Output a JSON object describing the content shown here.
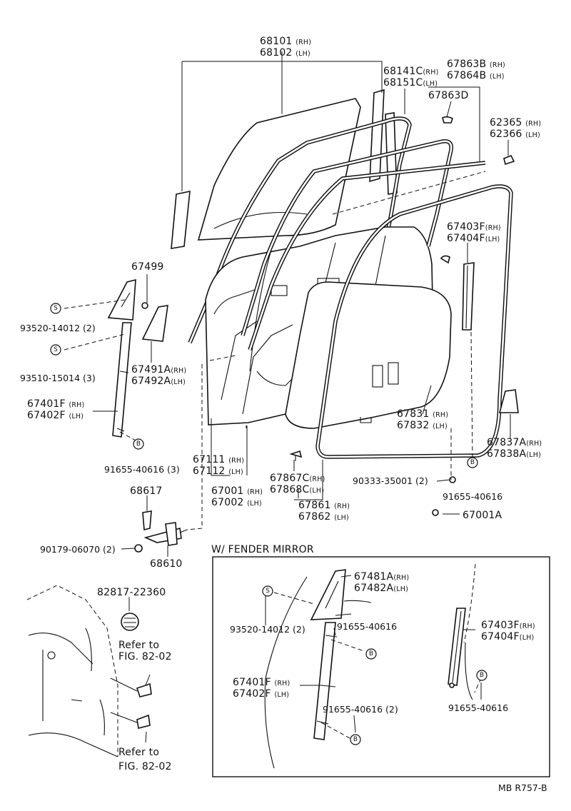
{
  "parts": {
    "p68101": {
      "code": "68101",
      "suf": "(RH)"
    },
    "p68102": {
      "code": "68102",
      "suf": "(LH)"
    },
    "p68141C": {
      "code": "68141C",
      "suf": "(RH)"
    },
    "p68151C": {
      "code": "68151C",
      "suf": "(LH)"
    },
    "p67863B": {
      "code": "67863B",
      "suf": "(RH)"
    },
    "p67864B": {
      "code": "67864B",
      "suf": "(LH)"
    },
    "p67863D": {
      "code": "67863D"
    },
    "p62365": {
      "code": "62365",
      "suf": "(RH)"
    },
    "p62366": {
      "code": "62366",
      "suf": "(LH)"
    },
    "p67403F": {
      "code": "67403F",
      "suf": "(RH)"
    },
    "p67404F": {
      "code": "67404F",
      "suf": "(LH)"
    },
    "p67499": {
      "code": "67499"
    },
    "p93520": {
      "code": "93520-14012",
      "qty": "(2)"
    },
    "p93510": {
      "code": "93510-15014",
      "qty": "(3)"
    },
    "p67491A": {
      "code": "67491A",
      "suf": "(RH)"
    },
    "p67492A": {
      "code": "67492A",
      "suf": "(LH)"
    },
    "p67401F": {
      "code": "67401F",
      "suf": "(RH)"
    },
    "p67402F": {
      "code": "67402F",
      "suf": "(LH)"
    },
    "p91655_a": {
      "code": "91655-40616",
      "qty": "(3)"
    },
    "p67111": {
      "code": "67111",
      "suf": "(RH)"
    },
    "p67112": {
      "code": "67112",
      "suf": "(LH)"
    },
    "p67831": {
      "code": "67831",
      "suf": "(RH)"
    },
    "p67832": {
      "code": "67832",
      "suf": "(LH)"
    },
    "p67837A": {
      "code": "67837A",
      "suf": "(RH)"
    },
    "p67838A": {
      "code": "67838A",
      "suf": "(LH)"
    },
    "p68617": {
      "code": "68617"
    },
    "p67001": {
      "code": "67001",
      "suf": "(RH)"
    },
    "p67002": {
      "code": "67002",
      "suf": "(LH)"
    },
    "p67867C": {
      "code": "67867C",
      "suf": "(RH)"
    },
    "p67868C": {
      "code": "67868C",
      "suf": "(LH)"
    },
    "p90333": {
      "code": "90333-35001",
      "qty": "(2)"
    },
    "p91655_b": {
      "code": "91655-40616"
    },
    "p67861": {
      "code": "67861",
      "suf": "(RH)"
    },
    "p67862": {
      "code": "67862",
      "suf": "(LH)"
    },
    "p67001A": {
      "code": "67001A"
    },
    "p90179": {
      "code": "90179-06070",
      "qty": "(2)"
    },
    "p68610": {
      "code": "68610"
    },
    "p82817": {
      "code": "82817-22360"
    },
    "refer1": {
      "line1": "Refer to",
      "line2": "FIG. 82-02"
    },
    "refer2": {
      "line1": "Refer to",
      "line2": "FIG. 82-02"
    }
  },
  "inset": {
    "title": "W/ FENDER MIRROR",
    "p67481A": {
      "code": "67481A",
      "suf": "(RH)"
    },
    "p67482A": {
      "code": "67482A",
      "suf": "(LH)"
    },
    "p93520": {
      "code": "93520-14012",
      "qty": "(2)"
    },
    "p91655_c": {
      "code": "91655-40616"
    },
    "p67403F": {
      "code": "67403F",
      "suf": "(RH)"
    },
    "p67404F": {
      "code": "67404F",
      "suf": "(LH)"
    },
    "p67401F": {
      "code": "67401F",
      "suf": "(RH)"
    },
    "p67402F": {
      "code": "67402F",
      "suf": "(LH)"
    },
    "p91655_d": {
      "code": "91655-40616",
      "qty": "(2)"
    },
    "p91655_e": {
      "code": "91655-40616"
    }
  },
  "markers": {
    "s": "S",
    "b": "B"
  },
  "footer": {
    "ref": "MB R757-B"
  }
}
